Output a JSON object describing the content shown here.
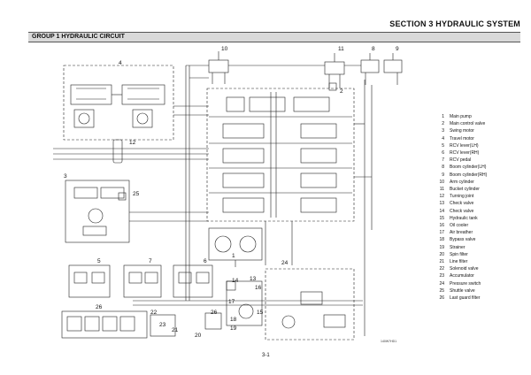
{
  "header": {
    "section_title": "SECTION 3 HYDRAULIC SYSTEM",
    "group_title": "GROUP 1 HYDRAULIC CIRCUIT"
  },
  "legend": [
    {
      "num": "1",
      "label": "Main pump"
    },
    {
      "num": "2",
      "label": "Main control valve"
    },
    {
      "num": "3",
      "label": "Swing motor"
    },
    {
      "num": "4",
      "label": "Travel motor"
    },
    {
      "num": "5",
      "label": "RCV lever(LH)"
    },
    {
      "num": "6",
      "label": "RCV lever(RH)"
    },
    {
      "num": "7",
      "label": "RCV pedal"
    },
    {
      "num": "8",
      "label": "Boom cylinder(LH)"
    },
    {
      "num": "9",
      "label": "Boom cylinder(RH)"
    },
    {
      "num": "10",
      "label": "Arm cylinder"
    },
    {
      "num": "11",
      "label": "Bucket cylinder"
    },
    {
      "num": "12",
      "label": "Turning joint"
    },
    {
      "num": "13",
      "label": "Check valve"
    },
    {
      "num": "14",
      "label": "Check valve"
    },
    {
      "num": "15",
      "label": "Hydraulic tank"
    },
    {
      "num": "16",
      "label": "Oil cooler"
    },
    {
      "num": "17",
      "label": "Air breather"
    },
    {
      "num": "18",
      "label": "Bypass valve"
    },
    {
      "num": "19",
      "label": "Strainer"
    },
    {
      "num": "20",
      "label": "Spin filter"
    },
    {
      "num": "21",
      "label": "Line filter"
    },
    {
      "num": "22",
      "label": "Solenoid valve"
    },
    {
      "num": "23",
      "label": "Accumulator"
    },
    {
      "num": "24",
      "label": "Pressure switch"
    },
    {
      "num": "25",
      "label": "Shuttle valve"
    },
    {
      "num": "26",
      "label": "Last guard filter"
    }
  ],
  "callouts": {
    "c1": "1",
    "c2": "2",
    "c3": "3",
    "c4": "4",
    "c5": "5",
    "c6": "6",
    "c7": "7",
    "c8": "8",
    "c9": "9",
    "c10": "10",
    "c11": "11",
    "c12": "12",
    "c13": "13",
    "c14": "14",
    "c15": "15",
    "c16": "16",
    "c17": "17",
    "c18": "18",
    "c19": "19",
    "c20": "20",
    "c21": "21",
    "c22": "22",
    "c23": "23",
    "c24": "24",
    "c25": "25",
    "c26": "26"
  },
  "footer": {
    "page_number": "3-1",
    "figure_code": "140W7HD1"
  }
}
